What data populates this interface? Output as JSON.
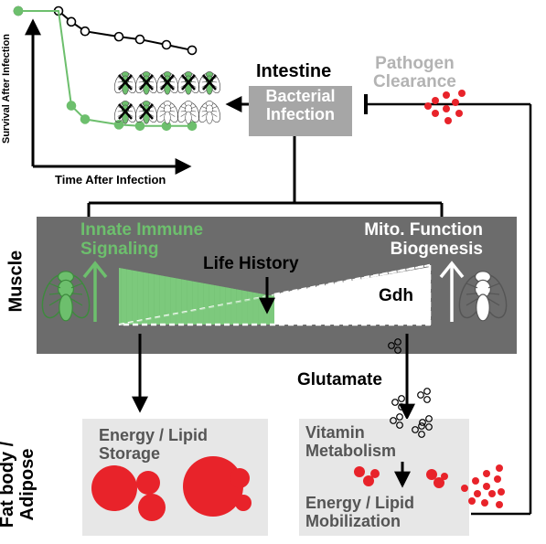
{
  "colors": {
    "green": "#6dbf6d",
    "red": "#e8232a",
    "muscle_panel": "#6c6c6c",
    "light_box": "#e7e7e7",
    "bacterial_box": "#a6a6a6",
    "pathogen_text": "#b3b3b3",
    "text_dark": "#555555"
  },
  "icons": [
    "fly-icon",
    "bacteria-cluster-icon",
    "glutamate-molecule-icon",
    "lipid-droplet-icon",
    "cross-mark-icon"
  ],
  "survival_chart": {
    "ylabel": "Survival After Infection",
    "xlabel": "Time After Infection",
    "series": [
      {
        "color": "#000000",
        "fill": "#ffffff",
        "values": [
          1.0,
          1.0,
          0.92,
          0.85,
          0.81,
          0.79,
          0.75,
          0.71,
          0.67
        ]
      },
      {
        "color": "#6dbf6d",
        "fill": "#6dbf6d",
        "values": [
          1.0,
          1.0,
          0.3,
          0.2,
          0.16,
          0.15,
          0.15,
          0.15,
          0.13
        ]
      }
    ]
  },
  "intestine": {
    "label": "Intestine",
    "box": "Bacterial\nInfection"
  },
  "pathogen": {
    "label": "Pathogen\nClearance"
  },
  "muscle": {
    "label": "Muscle",
    "innate": "Innate Immune\nSignaling",
    "mito": "Mito. Function\nBiogenesis",
    "life_history": "Life History",
    "gdh": "Gdh"
  },
  "glutamate": "Glutamate",
  "fat_body": {
    "label": "Fat body /\nAdipose",
    "energy_storage": "Energy / Lipid\nStorage",
    "vitamin": "Vitamin\nMetabolism",
    "energy_mobilization": "Energy / Lipid\nMobilization"
  }
}
